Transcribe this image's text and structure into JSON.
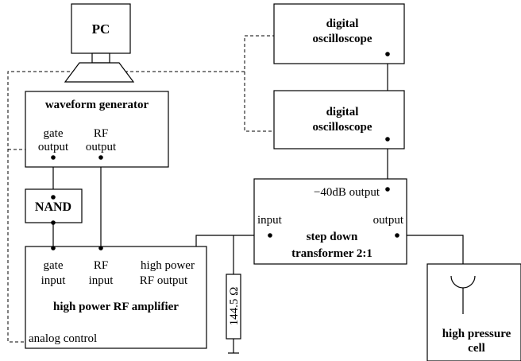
{
  "pc": {
    "label": "PC"
  },
  "oscilloscope_1": {
    "line1": "digital",
    "line2": "oscilloscope"
  },
  "oscilloscope_2": {
    "line1": "digital",
    "line2": "oscilloscope"
  },
  "waveform_generator": {
    "title": "waveform generator",
    "gate_output": {
      "line1": "gate",
      "line2": "output"
    },
    "rf_output": {
      "line1": "RF",
      "line2": "output"
    }
  },
  "nand": {
    "label": "NAND"
  },
  "transformer": {
    "output_40db": "−40dB output",
    "input": "input",
    "output": "output",
    "title_line1": "step down",
    "title_line2": "transformer 2:1"
  },
  "amplifier": {
    "gate_input": {
      "line1": "gate",
      "line2": "input"
    },
    "rf_input": {
      "line1": "RF",
      "line2": "input"
    },
    "rf_output": {
      "line1": "high power",
      "line2": "RF output"
    },
    "title": "high power RF amplifier",
    "analog_control": "analog control"
  },
  "resistor": {
    "label": "144.5 Ω"
  },
  "cell": {
    "line1": "high pressure",
    "line2": "cell"
  }
}
